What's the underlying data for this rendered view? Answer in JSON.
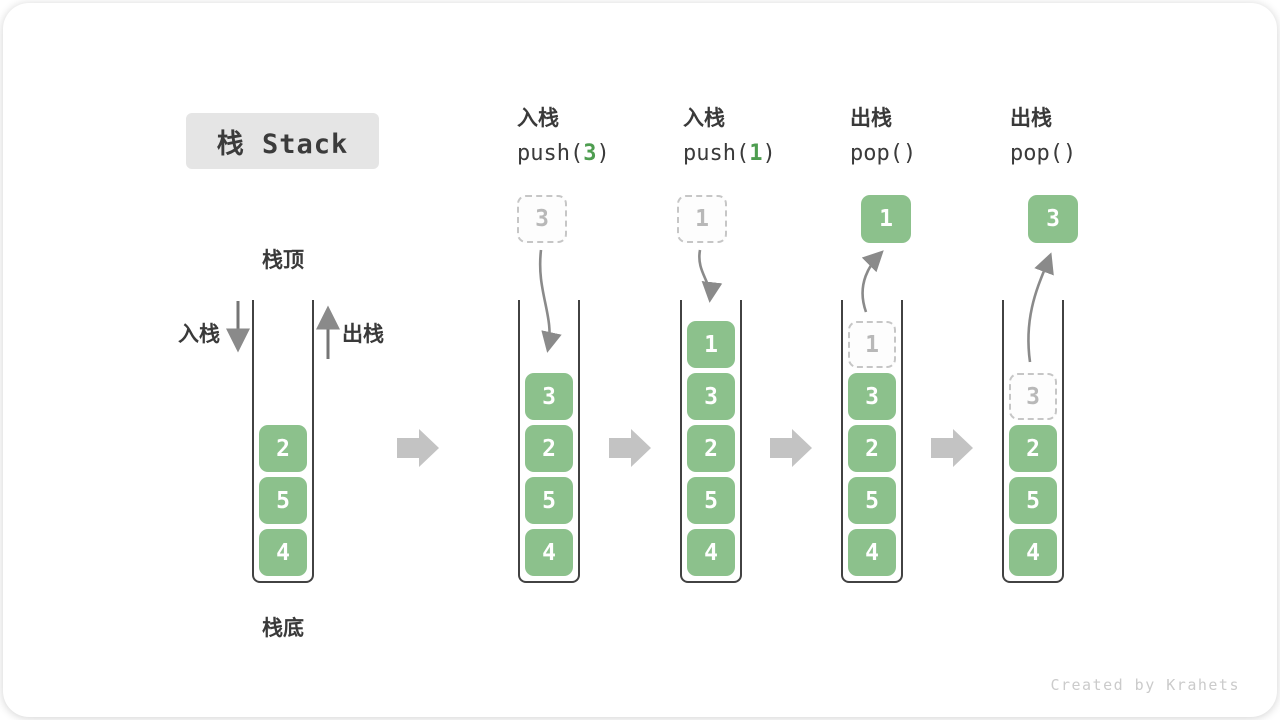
{
  "title": "栈 Stack",
  "watermark": "Created by Krahets",
  "labels": {
    "stack_top": "栈顶",
    "stack_bottom": "栈底",
    "push_side": "入栈",
    "pop_side": "出栈"
  },
  "operations": [
    {
      "zh": "入栈",
      "code_pre": "push(",
      "arg": "3",
      "code_post": ")"
    },
    {
      "zh": "入栈",
      "code_pre": "push(",
      "arg": "1",
      "code_post": ")"
    },
    {
      "zh": "出栈",
      "code_pre": "pop(",
      "arg": "",
      "code_post": ")"
    },
    {
      "zh": "出栈",
      "code_pre": "pop(",
      "arg": "",
      "code_post": ")"
    }
  ],
  "floats": [
    {
      "value": "3",
      "style": "ghost"
    },
    {
      "value": "1",
      "style": "ghost"
    },
    {
      "value": "1",
      "style": "solid"
    },
    {
      "value": "3",
      "style": "solid"
    }
  ],
  "stacks": [
    {
      "cells": [
        {
          "value": "2"
        },
        {
          "value": "5"
        },
        {
          "value": "4"
        }
      ]
    },
    {
      "cells": [
        {
          "value": "3"
        },
        {
          "value": "2"
        },
        {
          "value": "5"
        },
        {
          "value": "4"
        }
      ]
    },
    {
      "cells": [
        {
          "value": "1"
        },
        {
          "value": "3"
        },
        {
          "value": "2"
        },
        {
          "value": "5"
        },
        {
          "value": "4"
        }
      ]
    },
    {
      "cells": [
        {
          "value": "1",
          "ghost": true
        },
        {
          "value": "3"
        },
        {
          "value": "2"
        },
        {
          "value": "5"
        },
        {
          "value": "4"
        }
      ]
    },
    {
      "cells": [
        {
          "value": "3",
          "ghost": true
        },
        {
          "value": "2"
        },
        {
          "value": "5"
        },
        {
          "value": "4"
        }
      ]
    }
  ],
  "colors": {
    "cell_green": "#8cc18c",
    "code_arg_green": "#4e9d50",
    "thin_arrow_gray": "#8a8a8a",
    "block_arrow_gray": "#c3c3c3",
    "container_border": "#424242",
    "title_bg": "#e5e5e5",
    "ghost_border": "#c6c6c6"
  }
}
